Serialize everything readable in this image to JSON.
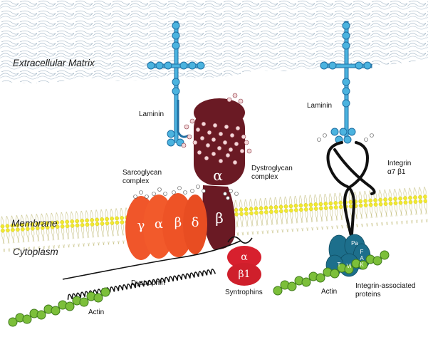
{
  "regions": {
    "extracellular": "Extracellular Matrix",
    "membrane": "Membrane",
    "cytoplasm": "Cytoplasm"
  },
  "labels": {
    "laminin_left": "Laminin",
    "laminin_right": "Laminin",
    "sarcoglycan": [
      "Sarcoglycan",
      "complex"
    ],
    "dystroglycan": [
      "Dystroglycan",
      "complex"
    ],
    "integrin": [
      "Integrin",
      "α7 β1"
    ],
    "dystrophin": "Dystrophin",
    "syntrophins": "Syntrophins",
    "actin_left": "Actin",
    "actin_right": "Actin",
    "integrin_proteins": [
      "Integrin-associated",
      "proteins"
    ]
  },
  "subunits": {
    "sarcoglycan": [
      "γ",
      "α",
      "β",
      "δ"
    ],
    "dystroglycan_alpha": "α",
    "dystroglycan_beta": "β",
    "syntrophin_top": "α",
    "syntrophin_bottom": "β1",
    "integrin_proteins": [
      "Pa",
      "T",
      "Vi",
      "F",
      "A",
      "K"
    ]
  },
  "colors": {
    "ecm_fibers": "#a9bccb",
    "lipid_head": "#f2ea2e",
    "laminin": "#4bb3df",
    "sarcoglycan": "#f0562a",
    "dystroglycan": "#6a1a24",
    "syntrophin": "#d7202e",
    "integrin_protein": "#1d6f8c",
    "actin": "#7cbf3a"
  }
}
